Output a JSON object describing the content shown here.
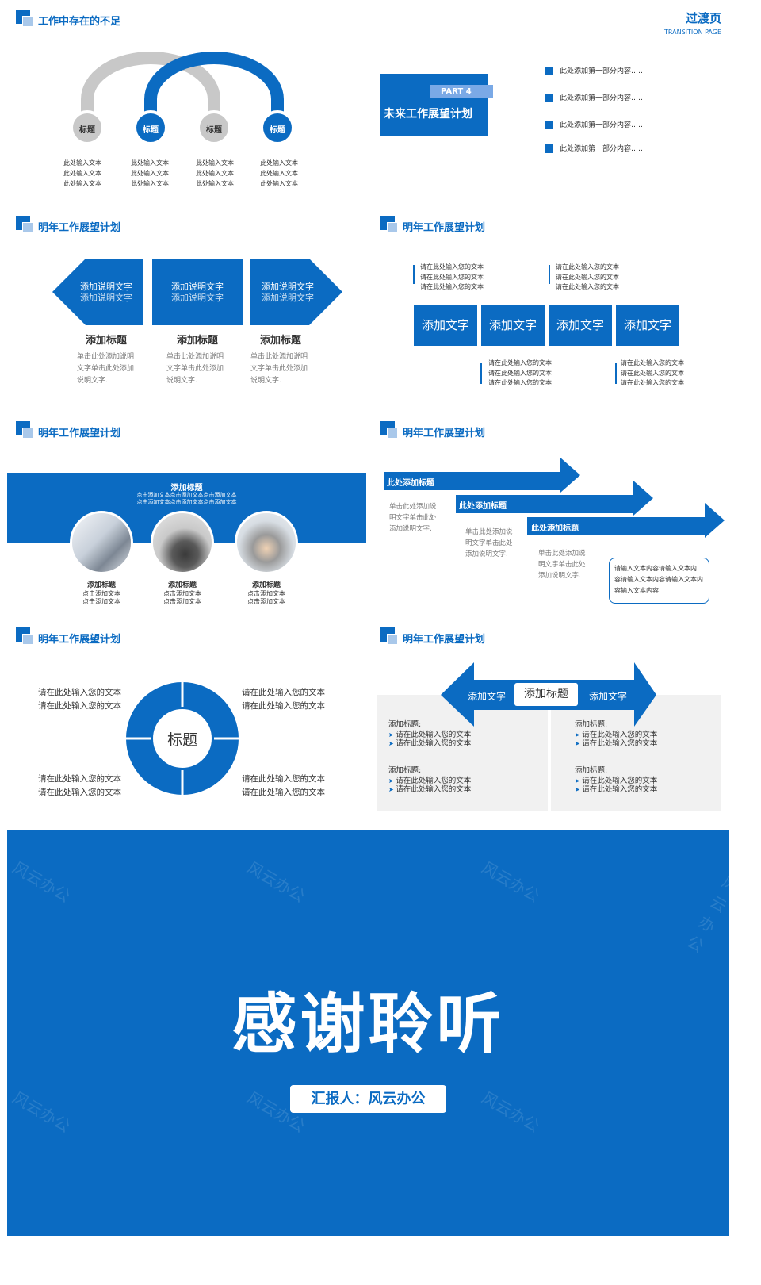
{
  "colors": {
    "primary": "#0b6bc2",
    "light": "#a9c8ea",
    "gray": "#c8c8c8"
  },
  "p1": {
    "title": "工作中存在的不足",
    "nodes": [
      {
        "label": "标题",
        "text": [
          "此处输入文本",
          "此处输入文本",
          "此处输入文本"
        ]
      },
      {
        "label": "标题",
        "text": [
          "此处输入文本",
          "此处输入文本",
          "此处输入文本"
        ]
      },
      {
        "label": "标题",
        "text": [
          "此处输入文本",
          "此处输入文本",
          "此处输入文本"
        ]
      },
      {
        "label": "标题",
        "text": [
          "此处输入文本",
          "此处输入文本",
          "此处输入文本"
        ]
      }
    ]
  },
  "p2": {
    "heading": "过渡页",
    "subheading": "TRANSITION PAGE",
    "part": "PART  4",
    "box_title": "未来工作展望计划",
    "items": [
      "此处添加第一部分内容……",
      "此处添加第一部分内容……",
      "此处添加第一部分内容……",
      "此处添加第一部分内容……"
    ]
  },
  "p3": {
    "title": "明年工作展望计划",
    "cards": [
      {
        "l1": "添加说明文字",
        "l2": "添加说明文字",
        "head": "添加标题",
        "desc": [
          "单击此处添加说明",
          "文字单击此处添加",
          "说明文字."
        ]
      },
      {
        "l1": "添加说明文字",
        "l2": "添加说明文字",
        "head": "添加标题",
        "desc": [
          "单击此处添加说明",
          "文字单击此处添加",
          "说明文字."
        ]
      },
      {
        "l1": "添加说明文字",
        "l2": "添加说明文字",
        "head": "添加标题",
        "desc": [
          "单击此处添加说明",
          "文字单击此处添加",
          "说明文字."
        ]
      }
    ]
  },
  "p4": {
    "title": "明年工作展望计划",
    "boxes": [
      "添加文字",
      "添加文字",
      "添加文字",
      "添加文字"
    ],
    "top_notes": [
      [
        "请在此处输入您的文本",
        "请在此处输入您的文本",
        "请在此处输入您的文本"
      ],
      [
        "请在此处输入您的文本",
        "请在此处输入您的文本",
        "请在此处输入您的文本"
      ]
    ],
    "bottom_notes": [
      [
        "请在此处输入您的文本",
        "请在此处输入您的文本",
        "请在此处输入您的文本"
      ],
      [
        "请在此处输入您的文本",
        "请在此处输入您的文本",
        "请在此处输入您的文本"
      ]
    ]
  },
  "p5": {
    "title": "明年工作展望计划",
    "band_title": "添加标题",
    "band_text": [
      "点击添加文本点击添加文本点击添加文本",
      "点击添加文本点击添加文本点击添加文本"
    ],
    "items": [
      {
        "head": "添加标题",
        "text": [
          "点击添加文本",
          "点击添加文本"
        ]
      },
      {
        "head": "添加标题",
        "text": [
          "点击添加文本",
          "点击添加文本"
        ]
      },
      {
        "head": "添加标题",
        "text": [
          "点击添加文本",
          "点击添加文本"
        ]
      }
    ]
  },
  "p6": {
    "title": "明年工作展望计划",
    "arrows": [
      "此处添加标题",
      "此处添加标题",
      "此处添加标题"
    ],
    "descs": [
      [
        "单击此处添加说",
        "明文字单击此处",
        "添加说明文字."
      ],
      [
        "单击此处添加说",
        "明文字单击此处",
        "添加说明文字."
      ],
      [
        "单击此处添加说",
        "明文字单击此处",
        "添加说明文字."
      ]
    ],
    "box": [
      "请输入文本内容请输入文本内",
      "容请输入文本内容请输入文本内",
      "容输入文本内容"
    ]
  },
  "p7": {
    "title": "明年工作展望计划",
    "center": "标题",
    "tl": [
      "请在此处输入您的文本",
      "请在此处输入您的文本"
    ],
    "tr": [
      "请在此处输入您的文本",
      "请在此处输入您的文本"
    ],
    "bl": [
      "请在此处输入您的文本",
      "请在此处输入您的文本"
    ],
    "br": [
      "请在此处输入您的文本",
      "请在此处输入您的文本"
    ]
  },
  "p8": {
    "title": "明年工作展望计划",
    "left_arrow": "添加文字",
    "center": "添加标题",
    "right_arrow": "添加文字",
    "blocks": [
      {
        "head": "添加标题:",
        "items": [
          "请在此处输入您的文本",
          "请在此处输入您的文本"
        ]
      },
      {
        "head": "添加标题:",
        "items": [
          "请在此处输入您的文本",
          "请在此处输入您的文本"
        ]
      },
      {
        "head": "添加标题:",
        "items": [
          "请在此处输入您的文本",
          "请在此处输入您的文本"
        ]
      },
      {
        "head": "添加标题:",
        "items": [
          "请在此处输入您的文本",
          "请在此处输入您的文本"
        ]
      }
    ]
  },
  "end": {
    "title": "感谢聆听",
    "reporter": "汇报人：风云办公",
    "watermark": "风云办公"
  }
}
